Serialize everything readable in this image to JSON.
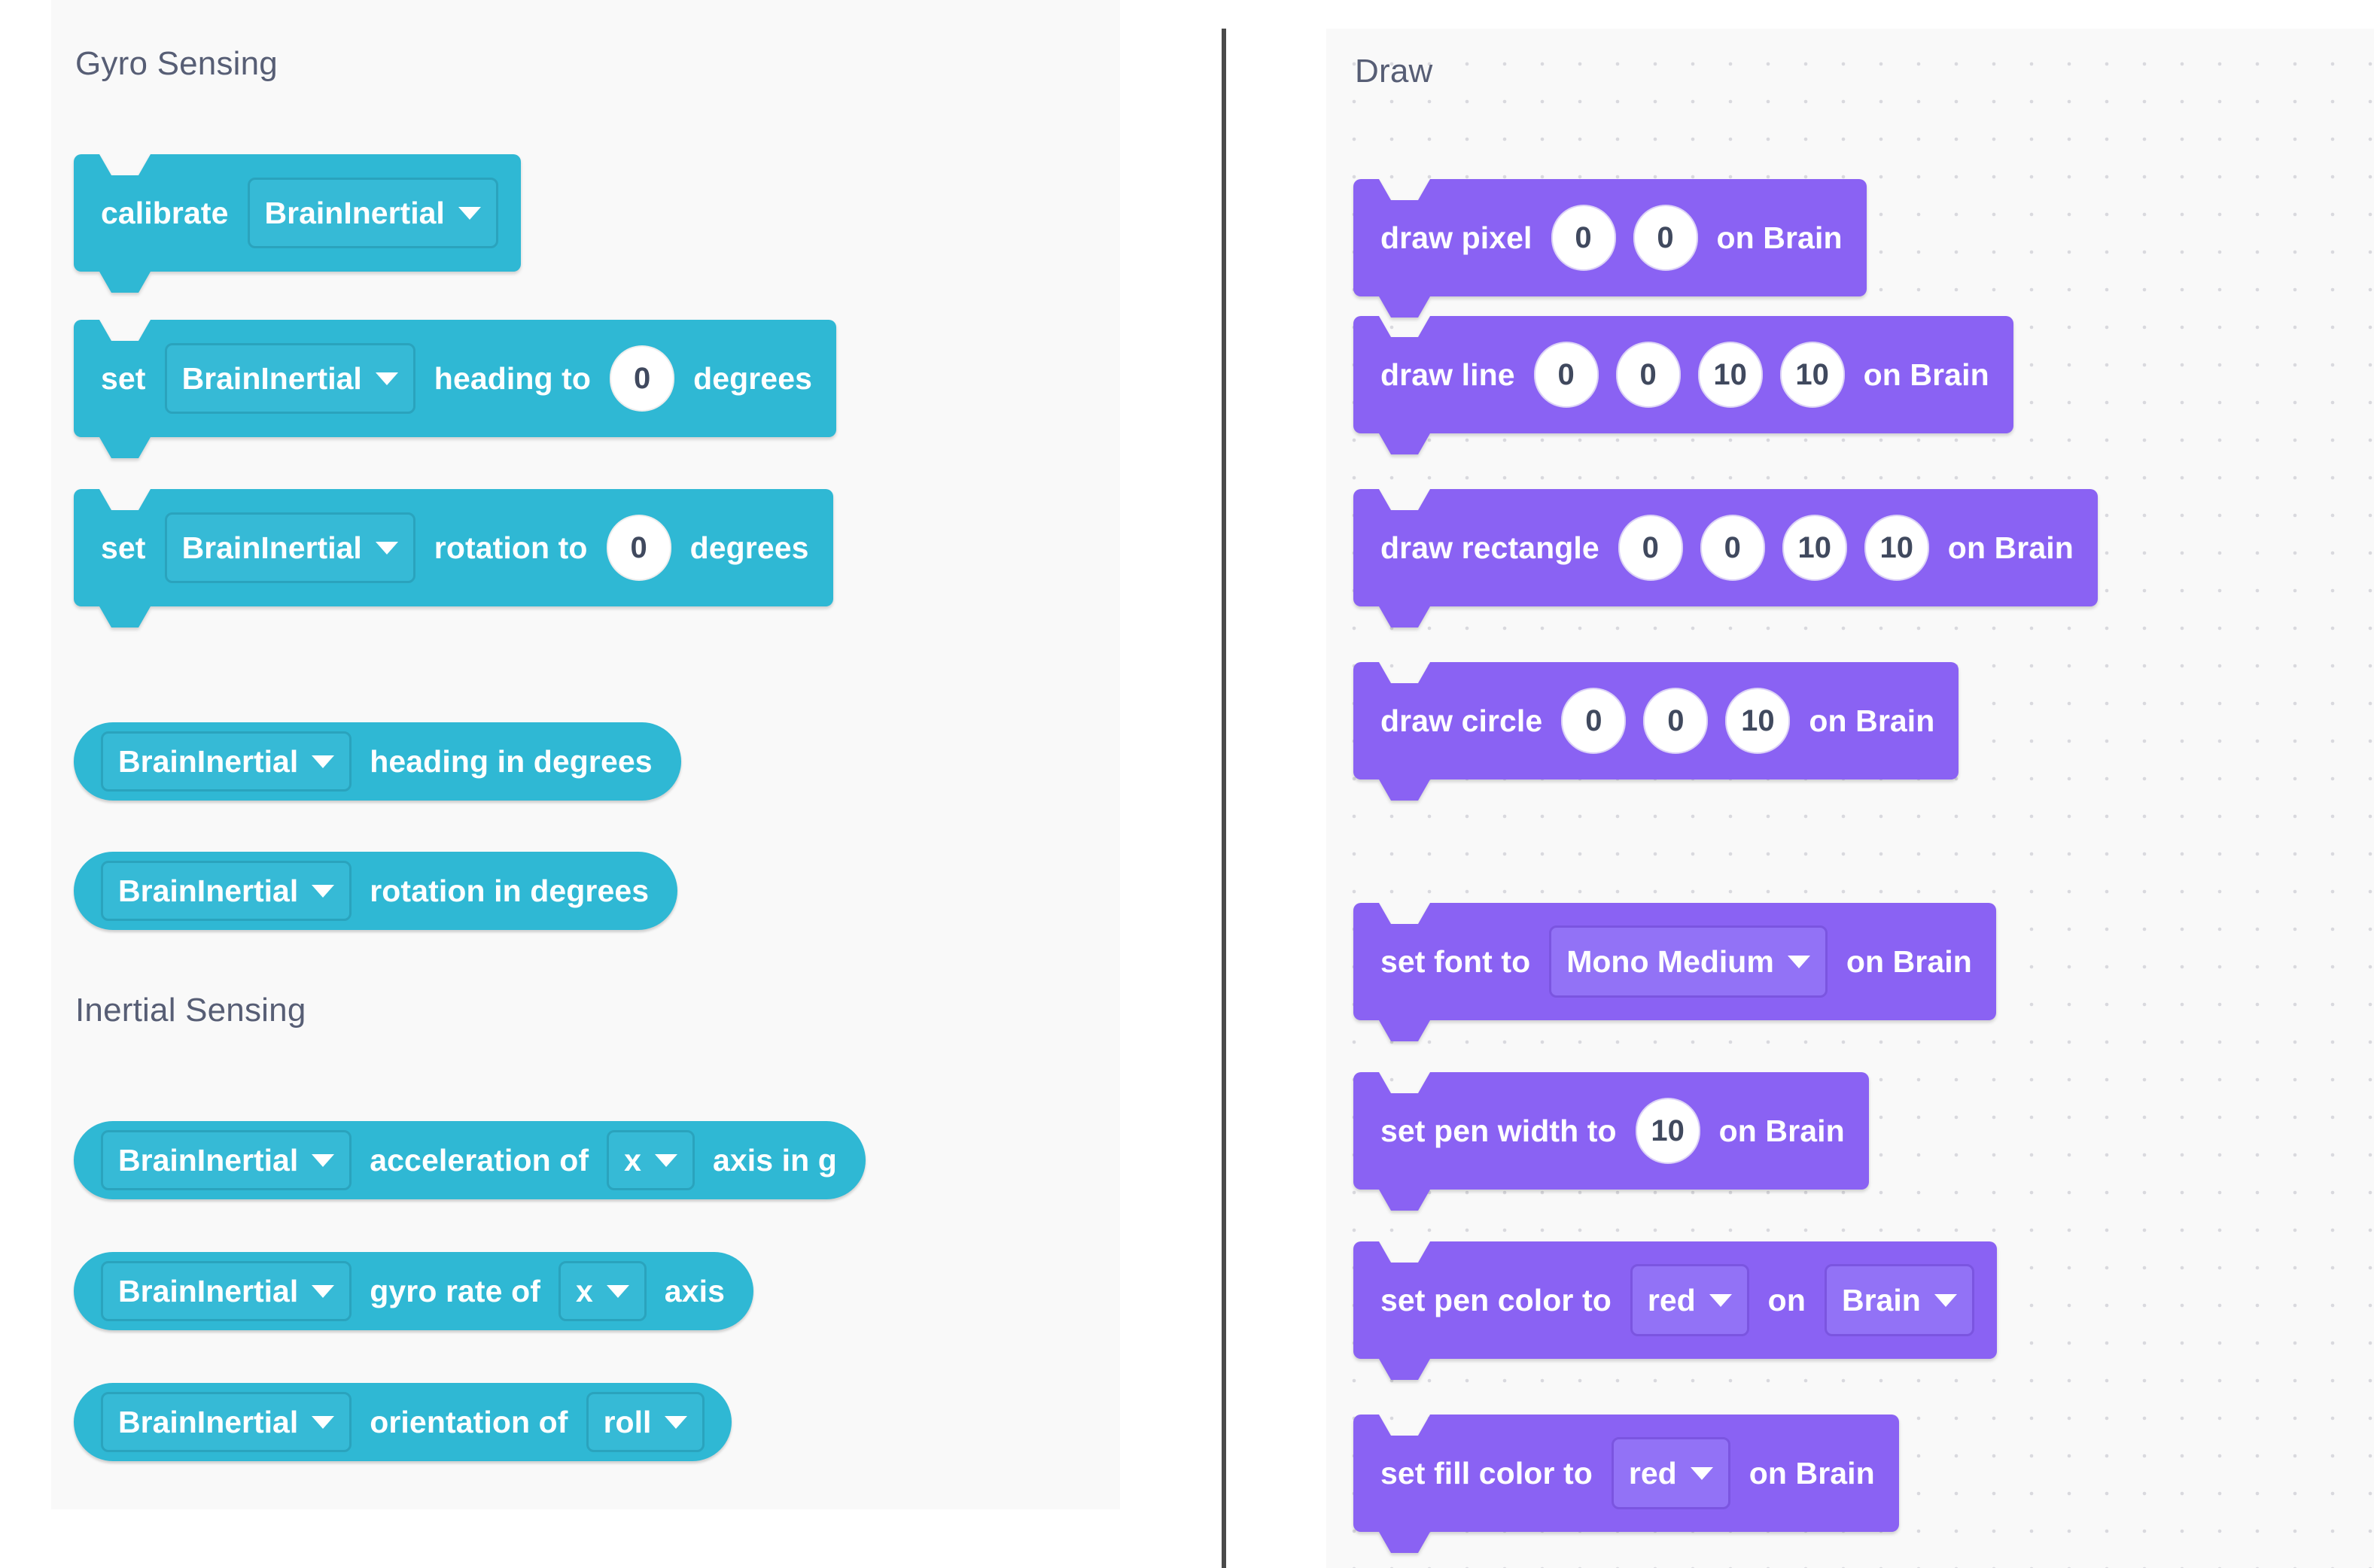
{
  "palette": {
    "cyan": "#2FB8D4",
    "purple": "#8A62F3",
    "heading_color": "#575e75",
    "panel_bg": "#f9f9f9",
    "divider_color": "#4a4a4a"
  },
  "left_panel": {
    "sections": [
      {
        "title": "Gyro Sensing",
        "blocks": [
          {
            "kind": "stack",
            "name": "calibrate-brain-inertial",
            "parts": [
              {
                "type": "label",
                "text": "calibrate"
              },
              {
                "type": "dropdown",
                "value": "BrainInertial"
              }
            ]
          },
          {
            "kind": "stack",
            "name": "set-heading",
            "parts": [
              {
                "type": "label",
                "text": "set"
              },
              {
                "type": "dropdown",
                "value": "BrainInertial"
              },
              {
                "type": "label",
                "text": "heading to"
              },
              {
                "type": "number",
                "value": "0"
              },
              {
                "type": "label",
                "text": "degrees"
              }
            ]
          },
          {
            "kind": "stack",
            "name": "set-rotation",
            "parts": [
              {
                "type": "label",
                "text": "set"
              },
              {
                "type": "dropdown",
                "value": "BrainInertial"
              },
              {
                "type": "label",
                "text": "rotation to"
              },
              {
                "type": "number",
                "value": "0"
              },
              {
                "type": "label",
                "text": "degrees"
              }
            ]
          },
          {
            "kind": "reporter",
            "name": "heading-in-degrees",
            "parts": [
              {
                "type": "dropdown",
                "value": "BrainInertial"
              },
              {
                "type": "label",
                "text": "heading in degrees"
              }
            ]
          },
          {
            "kind": "reporter",
            "name": "rotation-in-degrees",
            "parts": [
              {
                "type": "dropdown",
                "value": "BrainInertial"
              },
              {
                "type": "label",
                "text": "rotation in degrees"
              }
            ]
          }
        ]
      },
      {
        "title": "Inertial Sensing",
        "blocks": [
          {
            "kind": "reporter",
            "name": "acceleration-of-axis",
            "parts": [
              {
                "type": "dropdown",
                "value": "BrainInertial"
              },
              {
                "type": "label",
                "text": "acceleration of"
              },
              {
                "type": "dropdown",
                "value": "x"
              },
              {
                "type": "label",
                "text": "axis in g"
              }
            ]
          },
          {
            "kind": "reporter",
            "name": "gyro-rate-of-axis",
            "parts": [
              {
                "type": "dropdown",
                "value": "BrainInertial"
              },
              {
                "type": "label",
                "text": "gyro rate of"
              },
              {
                "type": "dropdown",
                "value": "x"
              },
              {
                "type": "label",
                "text": "axis"
              }
            ]
          },
          {
            "kind": "reporter",
            "name": "orientation-of",
            "parts": [
              {
                "type": "dropdown",
                "value": "BrainInertial"
              },
              {
                "type": "label",
                "text": "orientation of"
              },
              {
                "type": "dropdown",
                "value": "roll"
              }
            ]
          }
        ]
      }
    ]
  },
  "right_panel": {
    "sections": [
      {
        "title": "Draw",
        "blocks": [
          {
            "kind": "stack",
            "name": "draw-pixel",
            "parts": [
              {
                "type": "label",
                "text": "draw pixel"
              },
              {
                "type": "number",
                "value": "0"
              },
              {
                "type": "number",
                "value": "0"
              },
              {
                "type": "label",
                "text": "on Brain"
              }
            ]
          },
          {
            "kind": "stack",
            "name": "draw-line",
            "parts": [
              {
                "type": "label",
                "text": "draw line"
              },
              {
                "type": "number",
                "value": "0"
              },
              {
                "type": "number",
                "value": "0"
              },
              {
                "type": "number",
                "value": "10"
              },
              {
                "type": "number",
                "value": "10"
              },
              {
                "type": "label",
                "text": "on Brain"
              }
            ]
          },
          {
            "kind": "stack",
            "name": "draw-rectangle",
            "parts": [
              {
                "type": "label",
                "text": "draw rectangle"
              },
              {
                "type": "number",
                "value": "0"
              },
              {
                "type": "number",
                "value": "0"
              },
              {
                "type": "number",
                "value": "10"
              },
              {
                "type": "number",
                "value": "10"
              },
              {
                "type": "label",
                "text": "on Brain"
              }
            ]
          },
          {
            "kind": "stack",
            "name": "draw-circle",
            "parts": [
              {
                "type": "label",
                "text": "draw circle"
              },
              {
                "type": "number",
                "value": "0"
              },
              {
                "type": "number",
                "value": "0"
              },
              {
                "type": "number",
                "value": "10"
              },
              {
                "type": "label",
                "text": "on Brain"
              }
            ]
          },
          {
            "kind": "stack",
            "name": "set-font",
            "parts": [
              {
                "type": "label",
                "text": "set font to"
              },
              {
                "type": "dropdown",
                "value": "Mono Medium"
              },
              {
                "type": "label",
                "text": "on Brain"
              }
            ]
          },
          {
            "kind": "stack",
            "name": "set-pen-width",
            "parts": [
              {
                "type": "label",
                "text": "set pen width to"
              },
              {
                "type": "number",
                "value": "10"
              },
              {
                "type": "label",
                "text": "on Brain"
              }
            ]
          },
          {
            "kind": "stack",
            "name": "set-pen-color",
            "parts": [
              {
                "type": "label",
                "text": "set pen color to"
              },
              {
                "type": "dropdown",
                "value": "red"
              },
              {
                "type": "label",
                "text": "on"
              },
              {
                "type": "dropdown",
                "value": "Brain"
              }
            ]
          },
          {
            "kind": "stack",
            "name": "set-fill-color",
            "parts": [
              {
                "type": "label",
                "text": "set fill color to"
              },
              {
                "type": "dropdown",
                "value": "red"
              },
              {
                "type": "label",
                "text": "on Brain"
              }
            ]
          }
        ]
      }
    ]
  },
  "icons": {
    "dropdown_caret": "chevron-down-icon"
  }
}
